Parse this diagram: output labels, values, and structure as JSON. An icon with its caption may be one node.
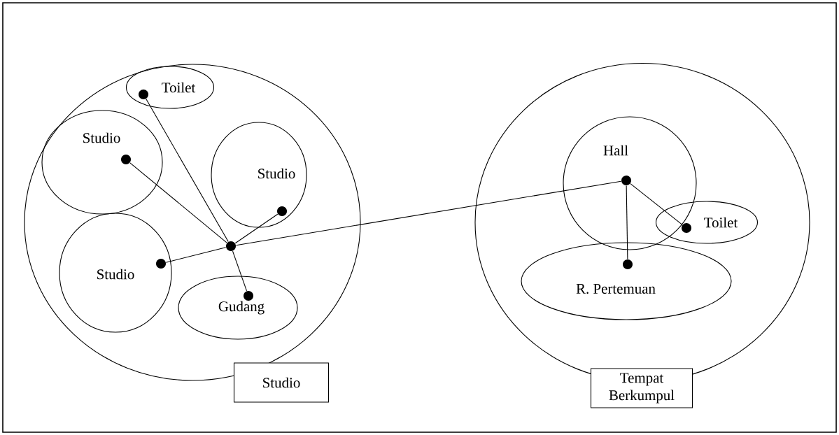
{
  "diagram": {
    "nodes": [
      {
        "text": [
          "Studio"
        ]
      },
      {
        "text": [
          "Toilet"
        ],
        "in": 0
      },
      {
        "text": [
          "Studio"
        ],
        "in": 0
      },
      {
        "text": [
          "Studio"
        ],
        "in": 0
      },
      {
        "text": [
          "Studio"
        ],
        "in": 0
      },
      {
        "text": [
          "Gudang"
        ],
        "in": 0
      },
      {
        "text": [],
        "shape": "circle",
        "in": 0
      },
      {
        "text": [],
        "shape": "circle",
        "in": 1
      },
      {
        "text": [],
        "shape": "circle",
        "in": 2
      },
      {
        "text": [],
        "shape": "circle",
        "in": 3
      },
      {
        "text": [],
        "shape": "circle",
        "in": 4
      },
      {
        "text": [],
        "shape": "circle",
        "in": 5
      },
      {
        "text": [
          "Tempat Berkumpul"
        ]
      },
      {
        "text": [
          "Hall"
        ],
        "in": 12
      },
      {
        "text": [
          "Toilet"
        ],
        "in": 12
      },
      {
        "text": [
          "R. Pertemuan"
        ],
        "in": 12
      },
      {
        "text": [],
        "shape": "circle",
        "in": 13
      },
      {
        "text": [],
        "shape": "circle",
        "in": 14
      },
      {
        "text": [],
        "shape": "circle",
        "in": 15
      }
    ],
    "edges": [
      {
        "from": 6,
        "to": 7,
        "arrow": "none"
      },
      {
        "from": 6,
        "to": 8,
        "arrow": "none"
      },
      {
        "from": 6,
        "to": 9,
        "arrow": "none"
      },
      {
        "from": 6,
        "to": 10,
        "arrow": "none"
      },
      {
        "from": 6,
        "to": 11,
        "arrow": "none"
      },
      {
        "from": 6,
        "to": 16,
        "arrow": "none"
      },
      {
        "from": 16,
        "to": 17,
        "arrow": "none"
      },
      {
        "from": 16,
        "to": 18,
        "arrow": "none"
      }
    ]
  }
}
